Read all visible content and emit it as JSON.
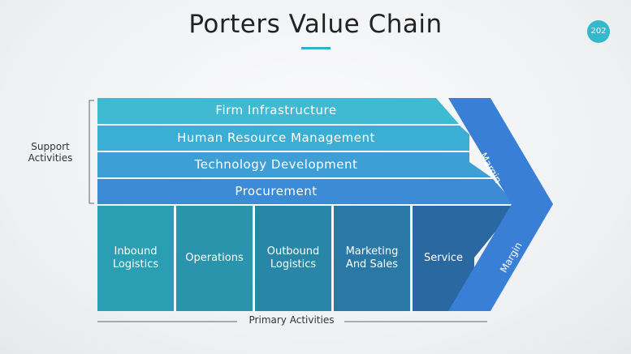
{
  "title": "Porters Value Chain",
  "page_number": "202",
  "support_activities_label": "Support\nActivities",
  "primary_activities_label": "Primary Activities",
  "support": [
    {
      "label": "Firm Infrastructure",
      "color": "#40b9d3"
    },
    {
      "label": "Human Resource Management",
      "color": "#3aaed4"
    },
    {
      "label": "Technology Development",
      "color": "#3d9fd6"
    },
    {
      "label": "Procurement",
      "color": "#3c8bd7"
    }
  ],
  "primary": [
    {
      "label": "Inbound\nLogistics",
      "color": "#2a9fb3"
    },
    {
      "label": "Operations",
      "color": "#2a94ac"
    },
    {
      "label": "Outbound\nLogistics",
      "color": "#2887a7"
    },
    {
      "label": "Marketing\nAnd Sales",
      "color": "#2a78a6"
    },
    {
      "label": "Service",
      "color": "#2a68a2"
    }
  ],
  "margin_label_top": "Margin",
  "margin_label_bottom": "Margin",
  "margin_color": "#3a7fd6"
}
